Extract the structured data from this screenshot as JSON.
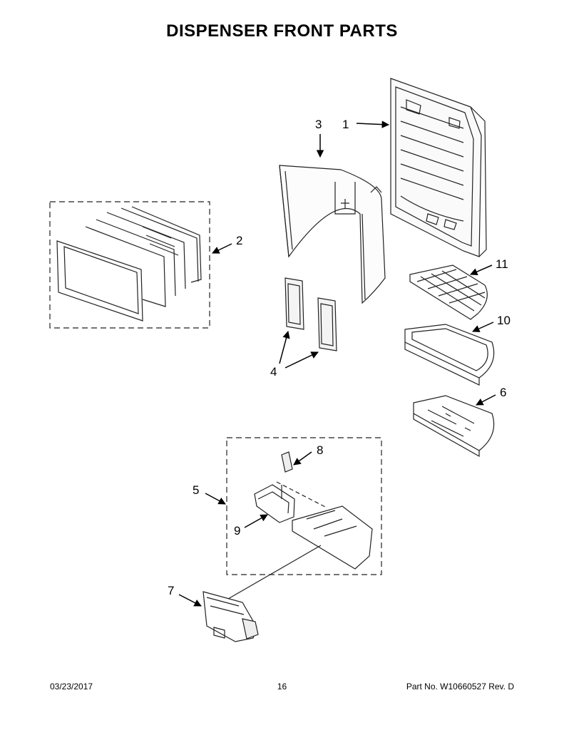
{
  "title": "DISPENSER FRONT PARTS",
  "footer": {
    "date": "03/23/2017",
    "page": "16",
    "part": "Part No.  W10660527  Rev.  D"
  },
  "callouts": [
    "1",
    "2",
    "3",
    "4",
    "5",
    "6",
    "7",
    "8",
    "9",
    "10",
    "11"
  ]
}
